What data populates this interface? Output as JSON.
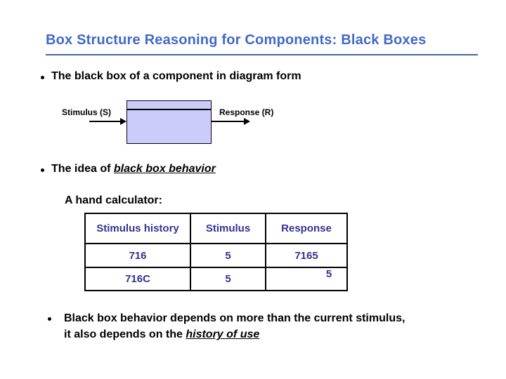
{
  "slide": {
    "title": "Box Structure Reasoning for Components: Black Boxes",
    "bullet1": "The black box of a component in diagram form",
    "diagram": {
      "stimulus_label": "Stimulus (S)",
      "response_label": "Response (R)"
    },
    "bullet2": {
      "prefix": "The idea of ",
      "emphasis": "black box behavior"
    },
    "calculator_heading": "A hand calculator:",
    "table": {
      "headers": [
        "Stimulus history",
        "Stimulus",
        "Response"
      ],
      "rows": [
        [
          "716",
          "5",
          "7165"
        ],
        [
          "716C",
          "5",
          "5"
        ]
      ]
    },
    "bullet3": {
      "line1": "Black box behavior depends on more than the current stimulus,",
      "line2_prefix": "it also depends on the ",
      "line2_emphasis": "history of use"
    },
    "colors": {
      "title_blue": "#4169C8",
      "rule_blue": "#46699B",
      "table_navy": "#333391",
      "box_fill_lavender": "#CCCCFA",
      "body_text": "#000000",
      "background": "#FFFFFF"
    }
  }
}
